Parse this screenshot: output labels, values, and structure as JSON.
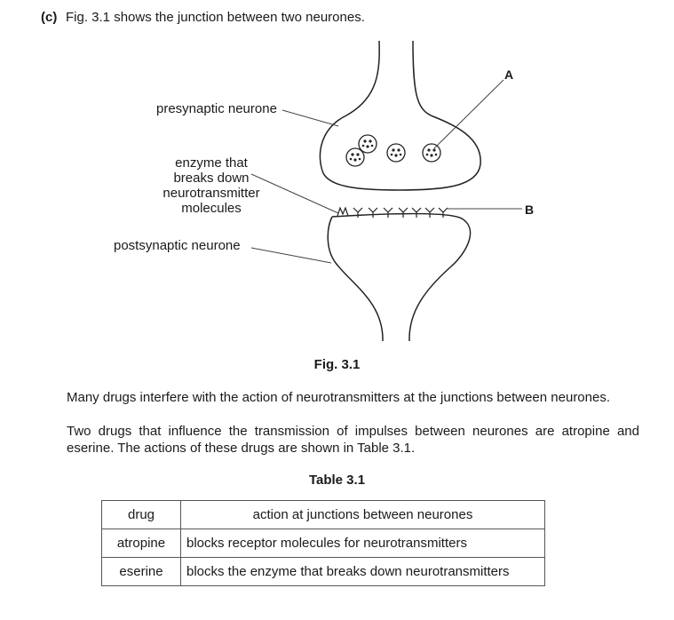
{
  "question": {
    "part_label": "(c)",
    "intro": "Fig. 3.1 shows the junction between two neurones."
  },
  "figure": {
    "labels": {
      "presynaptic": "presynaptic neurone",
      "enzyme_lines": [
        "enzyme that",
        "breaks down",
        "neurotransmitter",
        "molecules"
      ],
      "postsynaptic": "postsynaptic neurone",
      "A": "A",
      "B": "B"
    },
    "caption": "Fig. 3.1"
  },
  "paragraphs": [
    "Many drugs interfere with the action of neurotransmitters at the junctions between neurones.",
    "Two drugs that influence the transmission of impulses between neurones are atropine and eserine. The actions of these drugs are shown in Table 3.1."
  ],
  "table": {
    "caption": "Table 3.1",
    "headers": [
      "drug",
      "action at junctions between neurones"
    ],
    "rows": [
      [
        "atropine",
        "blocks receptor molecules for neurotransmitters"
      ],
      [
        "eserine",
        "blocks the enzyme that breaks down neurotransmitters"
      ]
    ]
  }
}
